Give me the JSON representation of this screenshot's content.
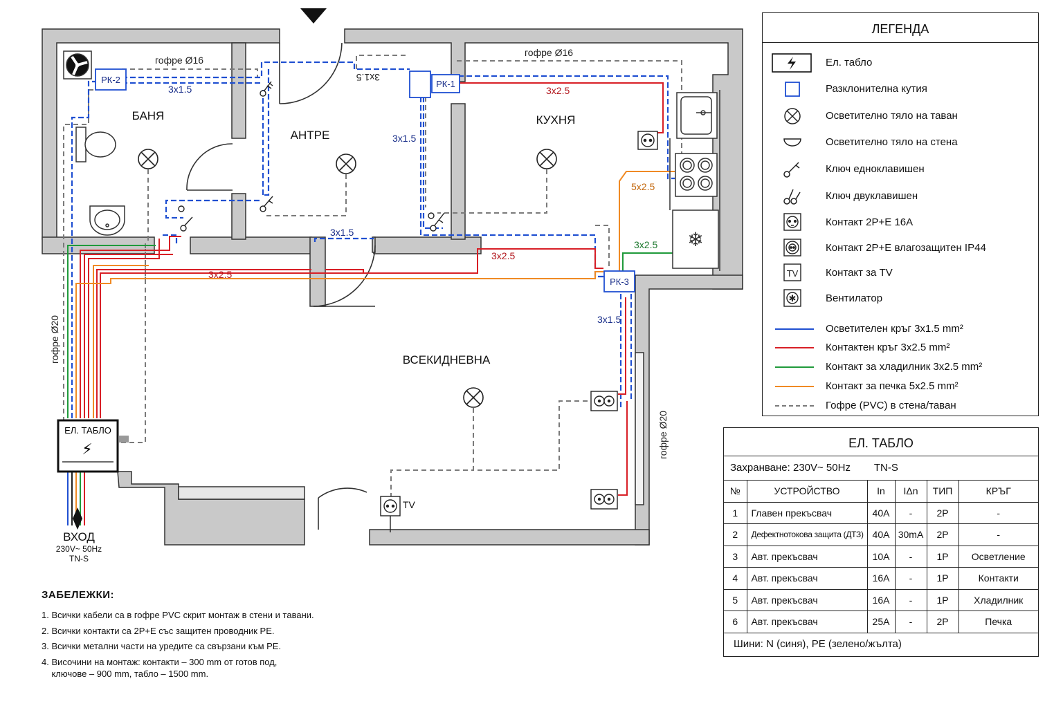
{
  "plan": {
    "rooms": {
      "bathroom": "БАНЯ",
      "hall": "АНТРЕ",
      "kitchen": "КУХНЯ",
      "living": "ВСЕКИДНЕВНА"
    },
    "boxes": {
      "rk1": "РК-1",
      "rk2": "РК-2",
      "rk3": "РК-3"
    },
    "cable_labels": {
      "bath_light": "3x1.5",
      "hall_light": "3x1.5",
      "corridor_light": "3x1.5",
      "living_light": "3x1.5",
      "kitchen_socket": "3x2.5",
      "corridor_socket": "3x2.5",
      "living_socket": "3x2.5",
      "stove": "5x2.5",
      "fridge": "3x2.5",
      "mirrored": "3x1.5"
    },
    "conduit_labels": {
      "top_left": "гофре Ø16",
      "top_right": "гофре Ø16",
      "left_vertical": "гофре Ø20",
      "right_vertical": "гофре Ø20"
    },
    "panel_box": {
      "label": "ЕЛ. ТАБЛО",
      "symbol": "⚡"
    },
    "entry": {
      "title": "ВХОД",
      "line1": "230V~ 50Hz",
      "line2": "TN-S"
    },
    "tv_label": "TV"
  },
  "legend": {
    "title": "ЛЕГЕНДА",
    "items": [
      {
        "icon": "panel-icon",
        "label": "Ел. табло"
      },
      {
        "icon": "junction-box-icon",
        "label": "Разклонителна кутия"
      },
      {
        "icon": "ceiling-light-icon",
        "label": "Осветително тяло на таван"
      },
      {
        "icon": "wall-light-icon",
        "label": "Осветително тяло на стена"
      },
      {
        "icon": "single-switch-icon",
        "label": "Ключ едноклавишен"
      },
      {
        "icon": "double-switch-icon",
        "label": "Ключ двуклавишен"
      },
      {
        "icon": "socket-icon",
        "label": "Контакт 2P+E 16A"
      },
      {
        "icon": "socket-ip44-icon",
        "label": "Контакт 2P+E влагозащитен IP44"
      },
      {
        "icon": "tv-socket-icon",
        "label": "Контакт за TV"
      },
      {
        "icon": "fan-icon",
        "label": "Вентилатор"
      }
    ],
    "lines": [
      {
        "color": "#1f4fd1",
        "style": "solid",
        "label": "Осветителен кръг 3x1.5 mm²"
      },
      {
        "color": "#d81f26",
        "style": "solid",
        "label": "Контактен кръг 3x2.5 mm²"
      },
      {
        "color": "#1f9a3a",
        "style": "solid",
        "label": "Контакт за хладилник 3x2.5 mm²"
      },
      {
        "color": "#f08a24",
        "style": "solid",
        "label": "Контакт за печка 5x2.5 mm²"
      },
      {
        "color": "#7a7a7a",
        "style": "dashed",
        "label": "Гофре (PVC) в стена/таван"
      }
    ]
  },
  "panel_table": {
    "title": "ЕЛ. ТАБЛО",
    "supply": "Захранване: 230V~ 50Hz",
    "system": "TN-S",
    "headers": [
      "№",
      "УСТРОЙСТВО",
      "In",
      "IΔn",
      "ТИП",
      "КРЪГ"
    ],
    "rows": [
      [
        "1",
        "Главен прекъсвач",
        "40A",
        "-",
        "2P",
        "-"
      ],
      [
        "2",
        "Дефектнотокова защита (ДТЗ)",
        "40A",
        "30mA",
        "2P",
        "-"
      ],
      [
        "3",
        "Авт. прекъсвач",
        "10A",
        "-",
        "1P",
        "Осветление"
      ],
      [
        "4",
        "Авт. прекъсвач",
        "16A",
        "-",
        "1P",
        "Контакти"
      ],
      [
        "5",
        "Авт. прекъсвач",
        "16A",
        "-",
        "1P",
        "Хладилник"
      ],
      [
        "6",
        "Авт. прекъсвач",
        "25A",
        "-",
        "2P",
        "Печка"
      ]
    ],
    "bus": "Шини: N (синя), PE (зелено/жълта)"
  },
  "notes": {
    "title": "ЗАБЕЛЕЖКИ:",
    "items": [
      "1. Всички кабели са в гофре PVC скрит монтаж в стени и тавани.",
      "2. Всички контакти са 2P+E със защитен проводник PE.",
      "3. Всички метални части на уредите са свързани към PE.",
      "4. Височини на монтаж: контакти – 300 mm от готов под,",
      "    ключове – 900 mm, табло – 1500 mm."
    ]
  },
  "colors": {
    "lighting": "#1f4fd1",
    "sockets": "#d81f26",
    "fridge": "#1f9a3a",
    "stove": "#f08a24",
    "conduit": "#7a7a7a",
    "wall": "#c9c9c9"
  }
}
